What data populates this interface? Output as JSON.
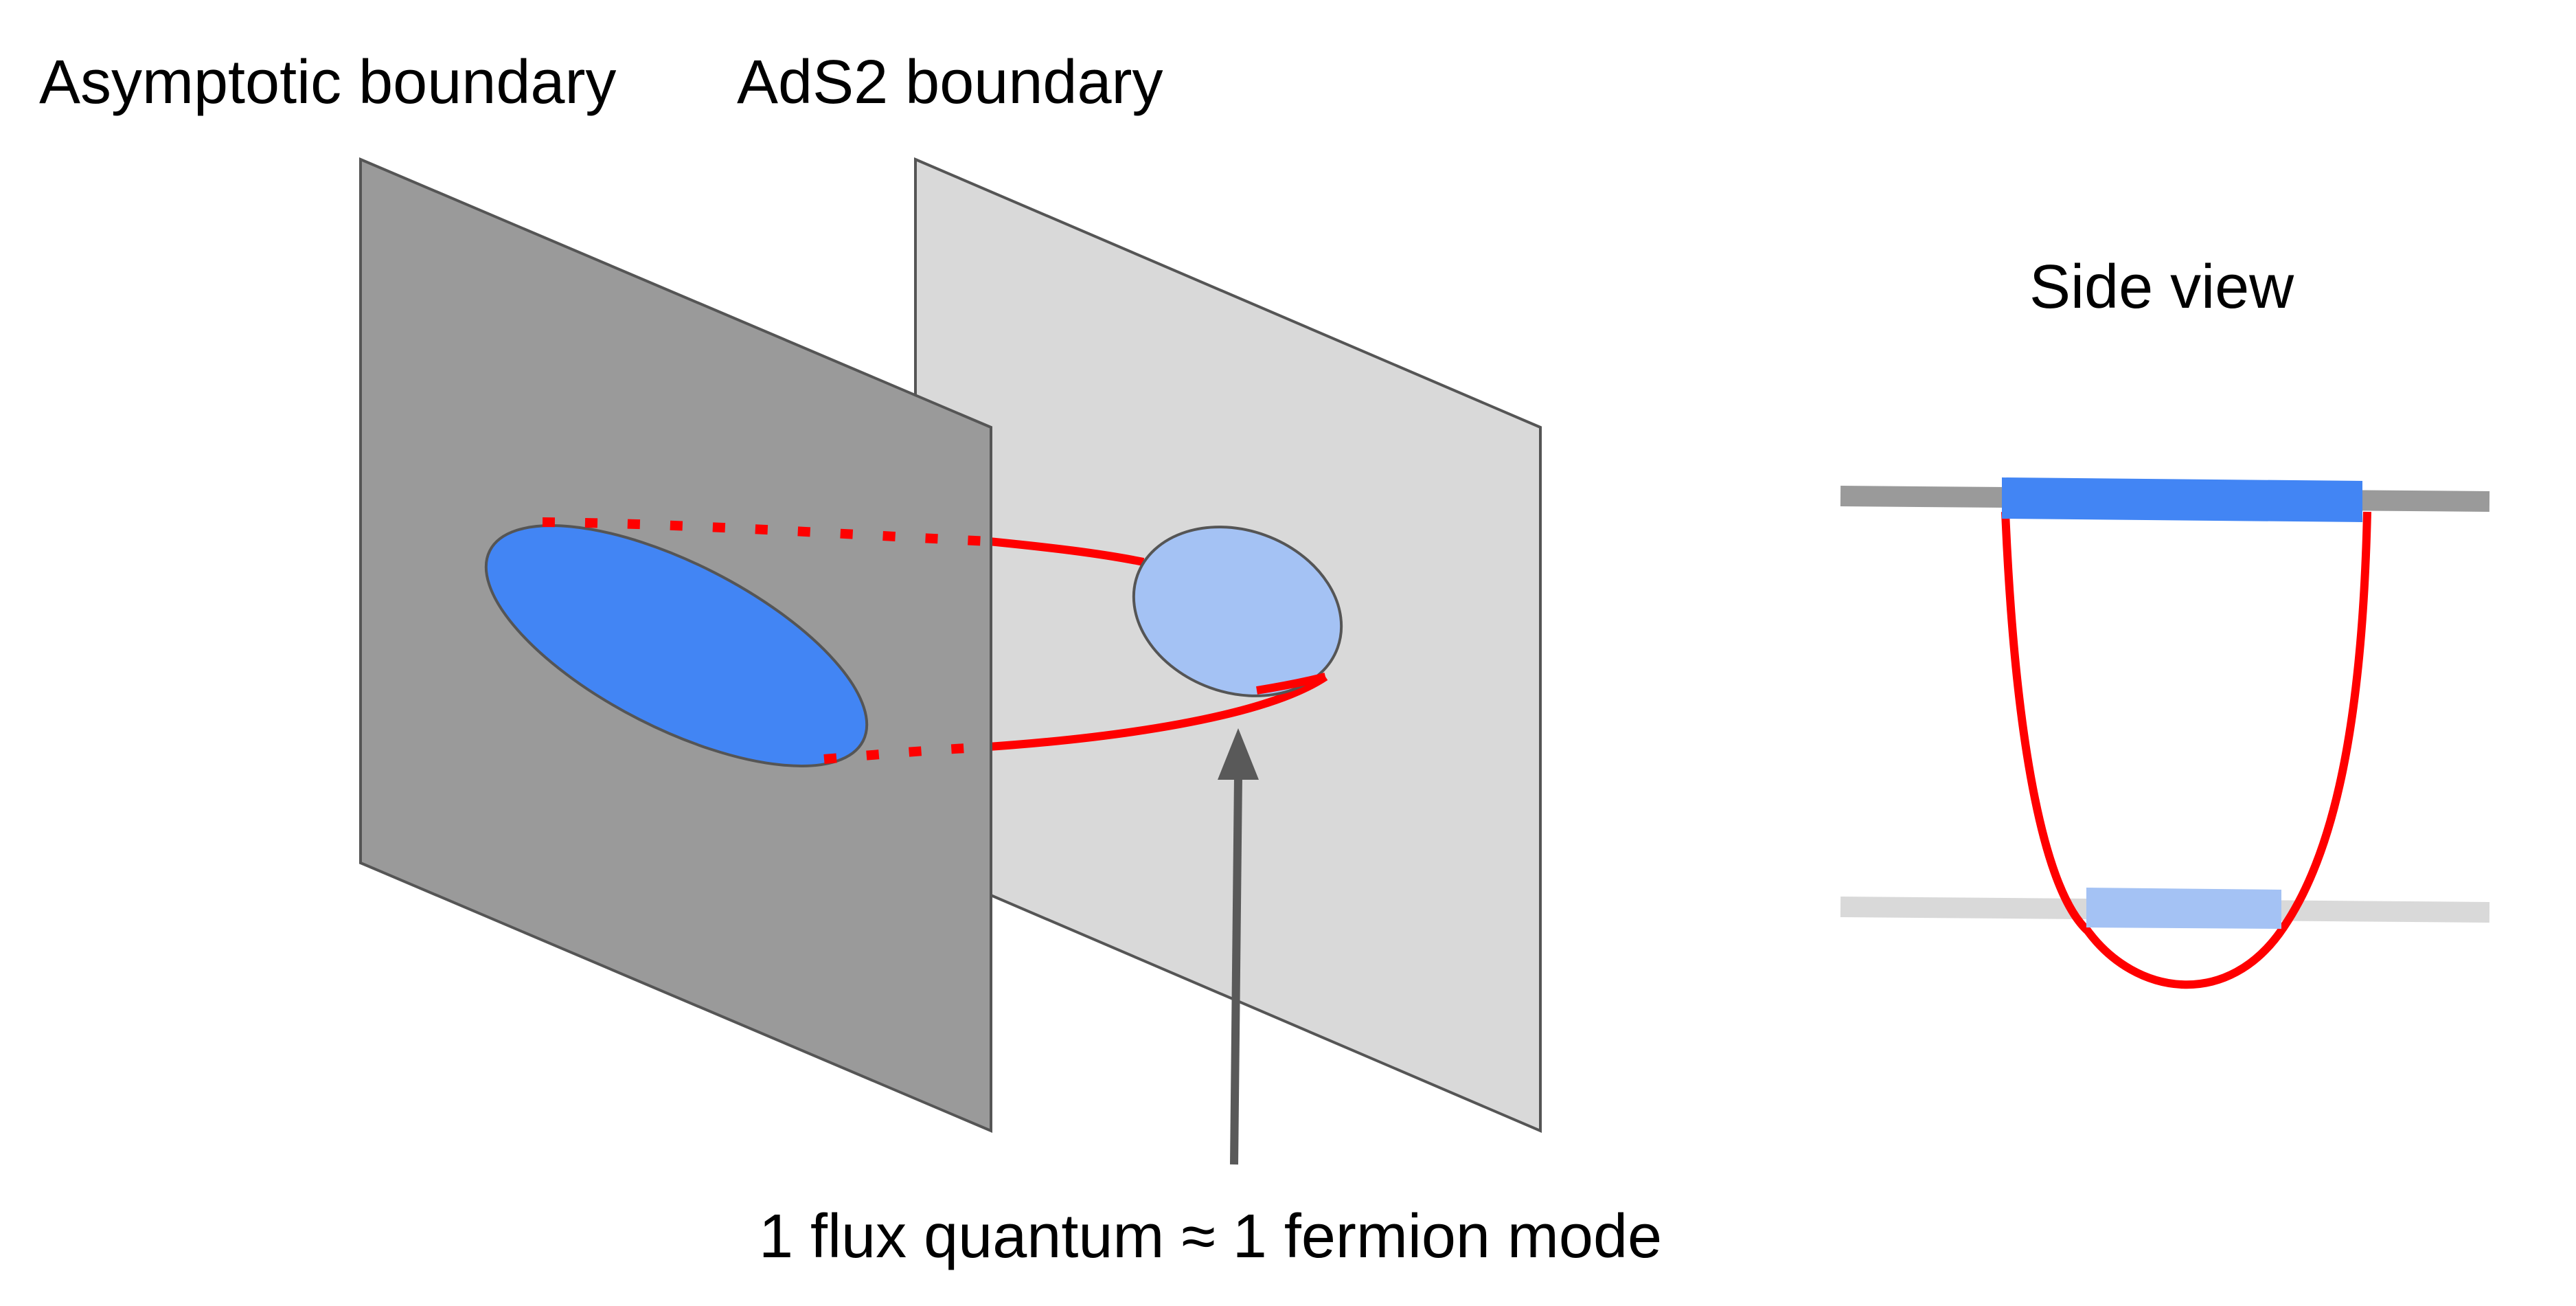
{
  "labels": {
    "asymptotic_boundary": "Asymptotic boundary",
    "ads2_boundary": "AdS2 boundary",
    "side_view": "Side view",
    "flux_caption": "1 flux quantum ≈ 1 fermion mode"
  },
  "colors": {
    "asymptotic_plane": "#9a9a9a",
    "ads2_plane": "#d9d9d9",
    "plane_stroke": "#555555",
    "dark_blue_disk": "#4285f4",
    "light_blue_disk": "#a4c2f4",
    "red_curve": "#ff0000",
    "arrow": "#595959"
  }
}
